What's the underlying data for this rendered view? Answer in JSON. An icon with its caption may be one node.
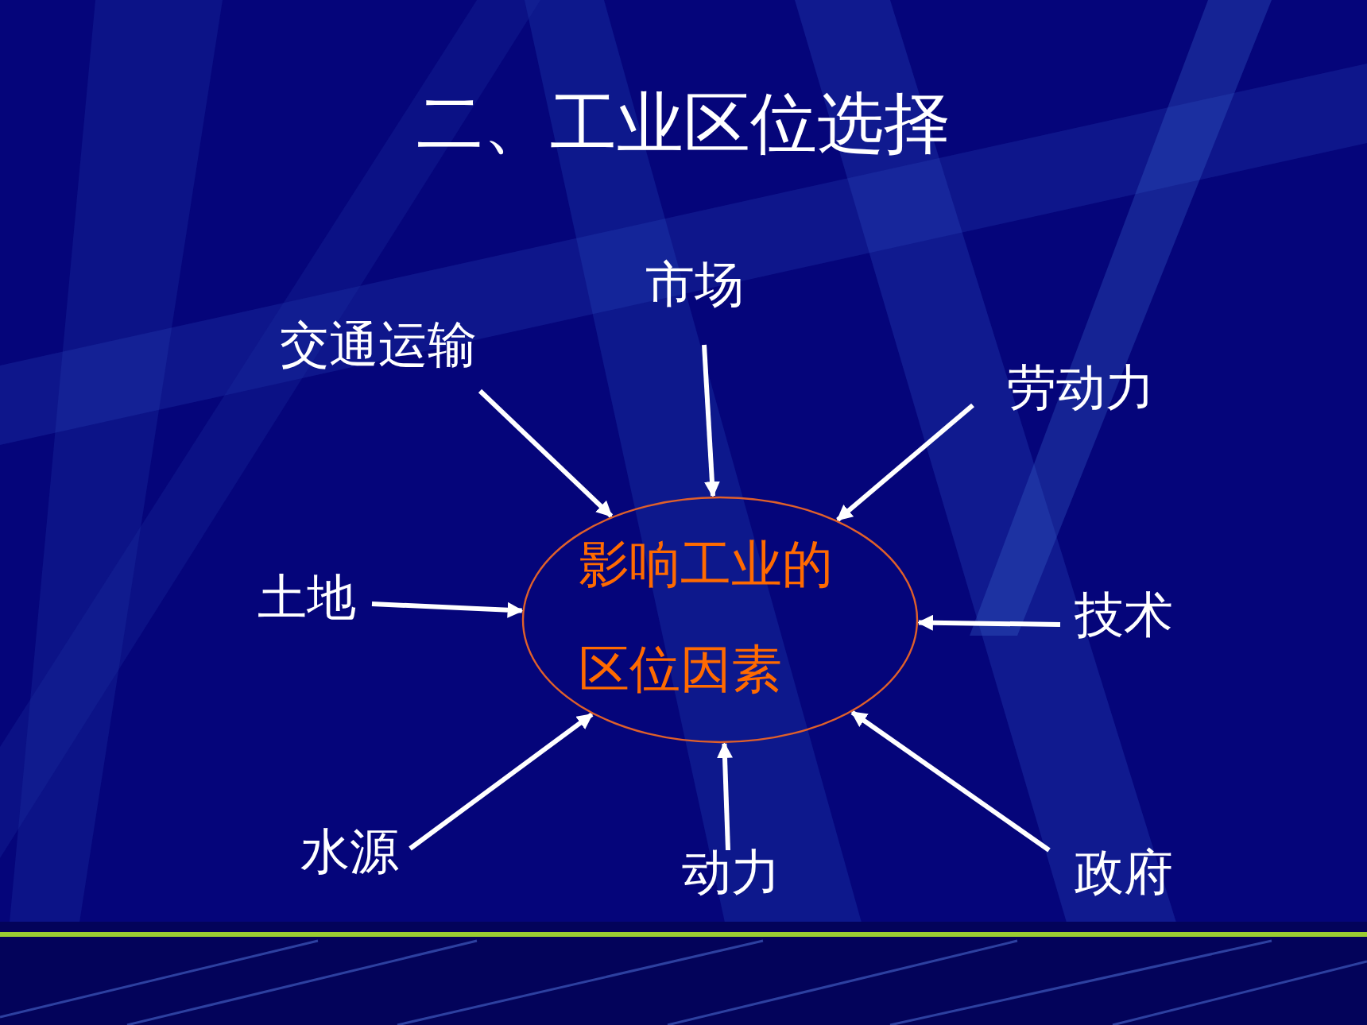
{
  "diagram": {
    "title": "二、工业区位选择",
    "nodes": [
      {
        "text": [
          "市场"
        ]
      },
      {
        "text": [
          "交通运输"
        ]
      },
      {
        "text": [
          "劳动力"
        ]
      },
      {
        "text": [
          "土地"
        ]
      },
      {
        "text": [
          "影响工业的区位因素"
        ]
      },
      {
        "text": [
          "技术"
        ]
      },
      {
        "text": [
          "水源"
        ]
      },
      {
        "text": [
          "动力"
        ]
      },
      {
        "text": [
          "政府"
        ]
      }
    ],
    "edges": [
      {
        "from": 0,
        "to": 4,
        "arrow": "to"
      },
      {
        "from": 1,
        "to": 4,
        "arrow": "to"
      },
      {
        "from": 2,
        "to": 4,
        "arrow": "to"
      },
      {
        "from": 3,
        "to": 4,
        "arrow": "to"
      },
      {
        "from": 5,
        "to": 4,
        "arrow": "to"
      },
      {
        "from": 6,
        "to": 4,
        "arrow": "to"
      },
      {
        "from": 7,
        "to": 4,
        "arrow": "to"
      },
      {
        "from": 8,
        "to": 4,
        "arrow": "to"
      }
    ]
  }
}
